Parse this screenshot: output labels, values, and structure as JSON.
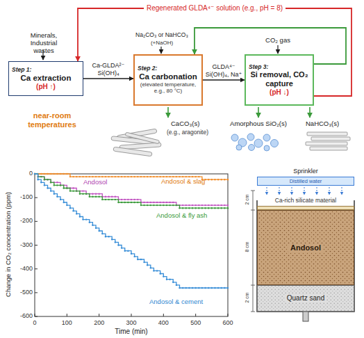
{
  "diagram": {
    "nodes": [
      {
        "text": [
          "Step 1:",
          "Ca extraction",
          "(pH ↑)"
        ]
      },
      {
        "text": [
          "Step 2:",
          "Ca carbonation",
          "(elevated temperature, e.g., 80 °C)"
        ]
      },
      {
        "text": [
          "Step 3:",
          "Si removal, CO₂ capture",
          "(pH ↓)"
        ]
      },
      {
        "text": [
          "Sprinkler",
          "Distilled water"
        ]
      },
      {
        "text": [
          "Ca-rich silicate material"
        ]
      },
      {
        "text": [
          "Andosol"
        ]
      },
      {
        "text": [
          "Quartz sand"
        ]
      }
    ],
    "edges": [
      {
        "from": 0,
        "to": 1,
        "arrow": "to",
        "label": "Ca-GLDA²⁻ Si(OH)₄"
      },
      {
        "from": 1,
        "to": 2,
        "arrow": "to",
        "label": "GLDA⁴⁻ Si(OH)₄, Na⁺"
      },
      {
        "from": 2,
        "to": 0,
        "arrow": "to",
        "label": "Regenerated GLDA⁴⁻ solution (e.g., pH = 8)"
      },
      {
        "from": 2,
        "to": 1,
        "arrow": "to"
      }
    ],
    "labels": [
      "Minerals, Industrial wastes",
      "Na₂CO₃ or NaHCO₃",
      "(+NaOH)",
      "CO₂ gas",
      "near-room temperatures",
      "CaCO₃(s)",
      "(e.g., aragonite)",
      "Amorphous SiO₂(s)",
      "NaHCO₃(s)",
      "0",
      "-100",
      "-200",
      "-300",
      "-400",
      "-500",
      "-600",
      "0",
      "100",
      "200",
      "300",
      "400",
      "500",
      "600",
      "Change in CO₂ concentration (ppm)",
      "Time (min)",
      "Andosol",
      "Andosol & slag",
      "Andosol & fly ash",
      "Andosol & cement",
      "2 cm",
      "8 cm",
      "2 cm"
    ]
  }
}
